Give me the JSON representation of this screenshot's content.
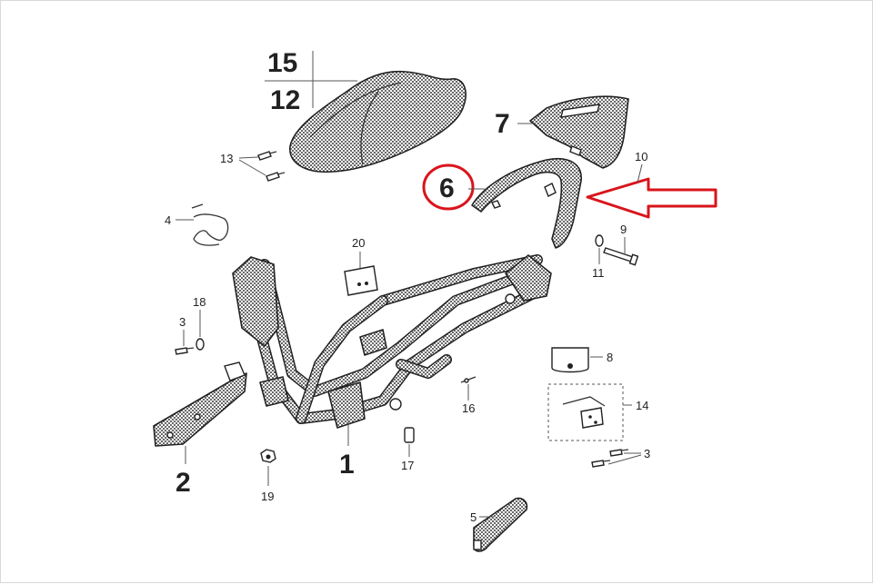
{
  "diagram": {
    "labels": {
      "l15": "15",
      "l12": "12",
      "l7": "7",
      "l6": "6",
      "l10": "10",
      "l13": "13",
      "l4": "4",
      "l9": "9",
      "l11": "11",
      "l20": "20",
      "l18": "18",
      "l3a": "3",
      "l8": "8",
      "l14": "14",
      "l16": "16",
      "l3b": "3",
      "l2": "2",
      "l1": "1",
      "l17": "17",
      "l19": "19",
      "l5": "5"
    },
    "highlight_color": "#d9141b",
    "line_color": "#222222"
  }
}
